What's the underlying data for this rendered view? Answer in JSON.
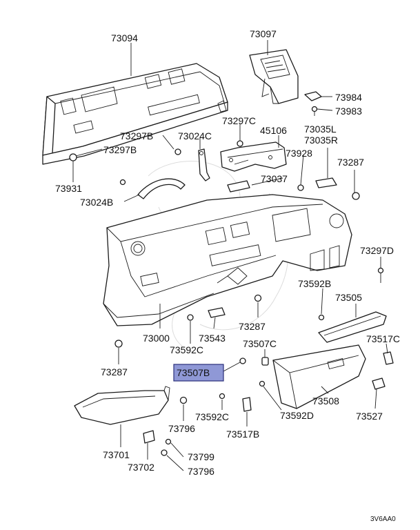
{
  "diagram": {
    "highlighted_part": "73507B",
    "highlight_color": "#8f98d6",
    "diagram_code": "3V6AA0",
    "labels": {
      "p73094": "73094",
      "p73097": "73097",
      "p73984": "73984",
      "p73983": "73983",
      "p73297C_top": "73297C",
      "p45106": "45106",
      "p73035L": "73035L",
      "p73035R": "73035R",
      "p73297B_a": "73297B",
      "p73024C": "73024C",
      "p73297B_b": "73297B",
      "p73928": "73928",
      "p73287_a": "73287",
      "p73931": "73931",
      "p73037": "73037",
      "p73024B": "73024B",
      "p73297D": "73297D",
      "p73592B": "73592B",
      "p73505": "73505",
      "p73000": "73000",
      "p73543": "73543",
      "p73287_b": "73287",
      "p73517C": "73517C",
      "p73592C_a": "73592C",
      "p73507C": "73507C",
      "p73287_c": "73287",
      "p73507B": "73507B",
      "p73508": "73508",
      "p73592D": "73592D",
      "p73527": "73527",
      "p73796_a": "73796",
      "p73592C_b": "73592C",
      "p73517B": "73517B",
      "p73701": "73701",
      "p73799": "73799",
      "p73702": "73702",
      "p73796_b": "73796"
    }
  }
}
